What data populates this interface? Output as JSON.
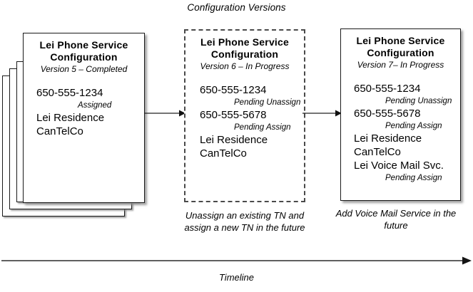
{
  "diagram": {
    "title": "Configuration Versions",
    "timeline_label": "Timeline"
  },
  "cards": [
    {
      "id": "version-5",
      "title_line1": "Lei Phone Service",
      "title_line2": "Configuration",
      "version": "Version 5 – Completed",
      "stacked": true,
      "border_style": "solid",
      "lines": [
        {
          "text": "650-555-1234",
          "type": "value"
        },
        {
          "text": "Assigned",
          "type": "status"
        },
        {
          "text": "Lei Residence",
          "type": "value"
        },
        {
          "text": "CanTelCo",
          "type": "value"
        }
      ]
    },
    {
      "id": "version-6",
      "title_line1": "Lei Phone Service",
      "title_line2": "Configuration",
      "version": "Version 6 – In Progress",
      "stacked": false,
      "border_style": "dashed",
      "lines": [
        {
          "text": "650-555-1234",
          "type": "value"
        },
        {
          "text": "Pending Unassign",
          "type": "status"
        },
        {
          "text": "650-555-5678",
          "type": "value"
        },
        {
          "text": "Pending Assign",
          "type": "status"
        },
        {
          "text": "Lei Residence",
          "type": "value"
        },
        {
          "text": "CanTelCo",
          "type": "value"
        }
      ]
    },
    {
      "id": "version-7",
      "title_line1": "Lei Phone Service",
      "title_line2": "Configuration",
      "version": "Version 7– In Progress",
      "stacked": false,
      "border_style": "solid",
      "lines": [
        {
          "text": "650-555-1234",
          "type": "value"
        },
        {
          "text": "Pending Unassign",
          "type": "status"
        },
        {
          "text": "650-555-5678",
          "type": "value"
        },
        {
          "text": "Pending Assign",
          "type": "status"
        },
        {
          "text": "Lei Residence",
          "type": "value"
        },
        {
          "text": "CanTelCo",
          "type": "value"
        },
        {
          "text": "Lei Voice Mail Svc.",
          "type": "value"
        },
        {
          "text": "Pending Assign",
          "type": "status"
        }
      ]
    }
  ],
  "captions": {
    "middle": "Unassign an existing TN and assign a new TN in the future",
    "right": "Add Voice Mail Service in the future"
  },
  "colors": {
    "background": "#ffffff",
    "text": "#000000",
    "border_solid": "#1a1a1a",
    "border_dashed": "#4a4a4a",
    "shadow": "#8c8c8c",
    "arrow": "#222222"
  }
}
